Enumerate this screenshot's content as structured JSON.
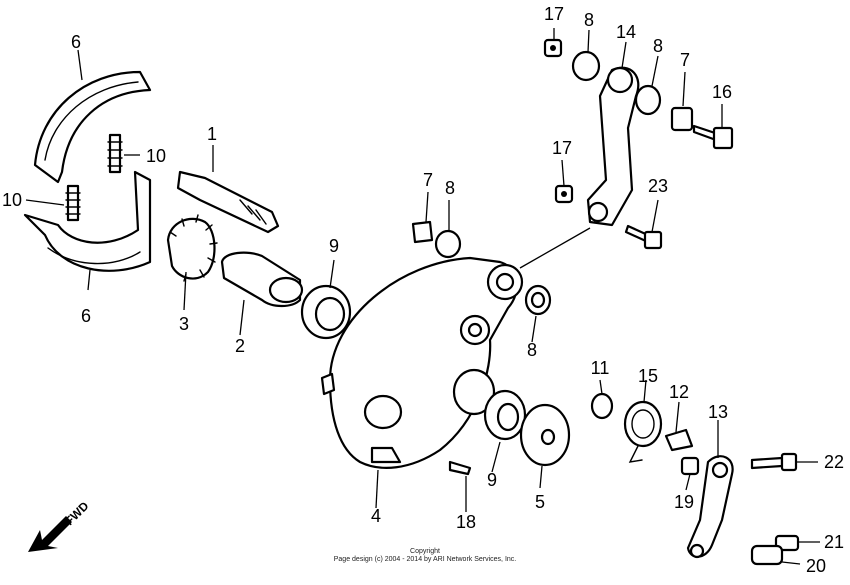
{
  "callouts": [
    "1",
    "2",
    "3",
    "4",
    "5",
    "6",
    "6",
    "7",
    "7",
    "8",
    "8",
    "8",
    "8",
    "9",
    "9",
    "10",
    "10",
    "11",
    "12",
    "13",
    "14",
    "15",
    "16",
    "17",
    "17",
    "18",
    "19",
    "20",
    "21",
    "22",
    "23"
  ],
  "fwd_label": "FWD",
  "copyright": {
    "line1": "Copyright",
    "line2": "Page design (c) 2004 - 2014 by ARI Network Services, Inc."
  }
}
